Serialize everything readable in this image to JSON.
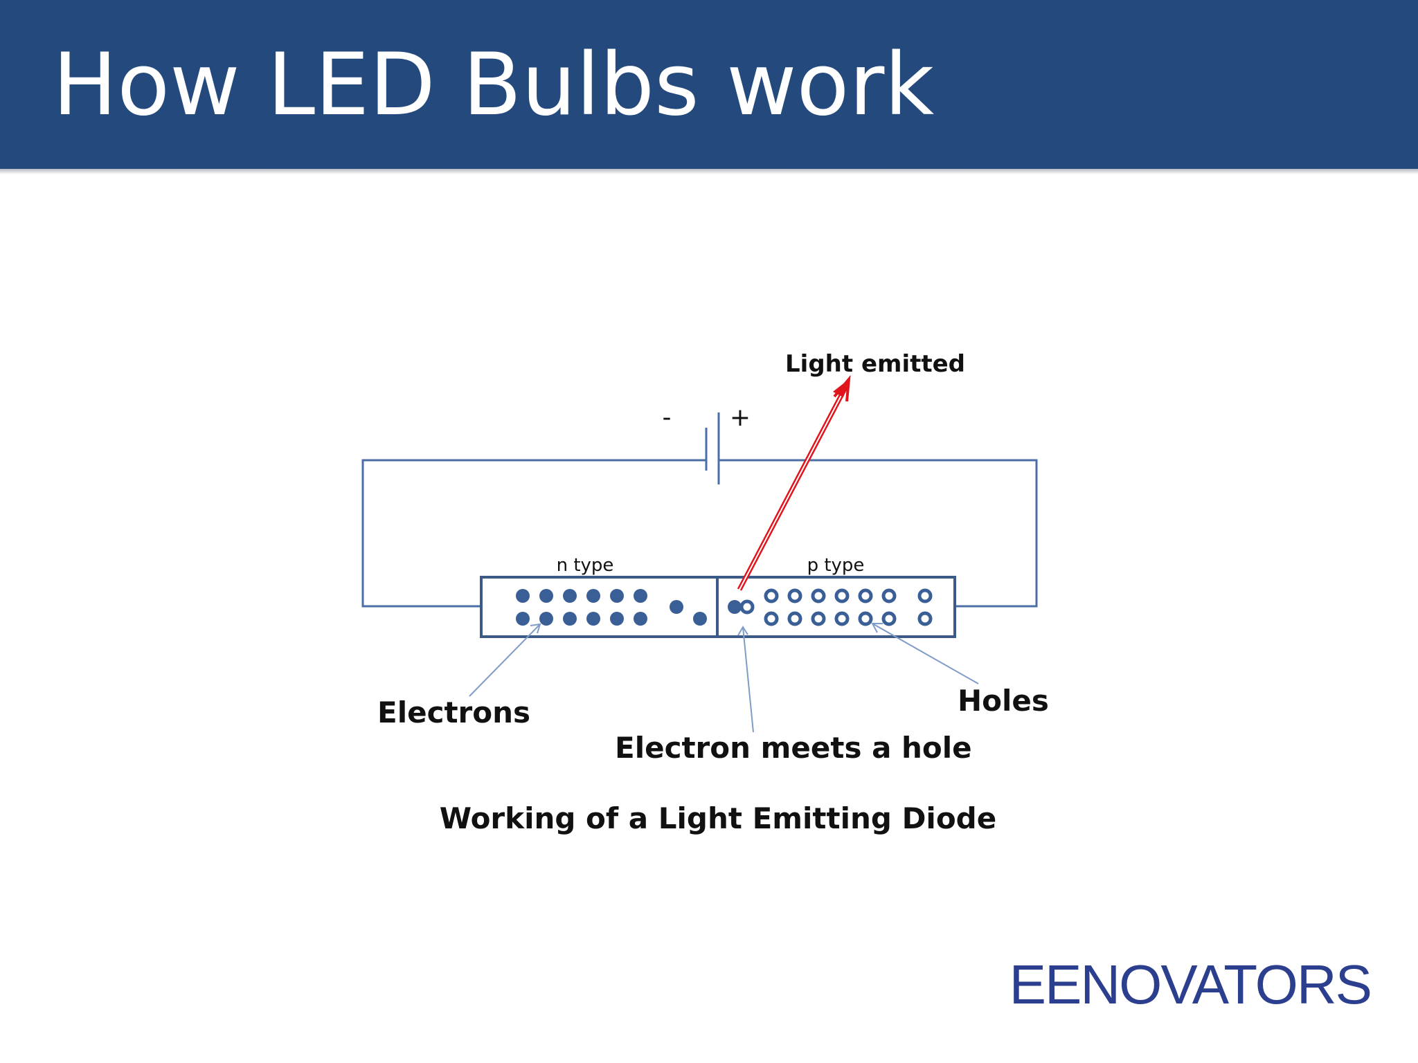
{
  "slide": {
    "title": "How LED Bulbs work",
    "logo_text": "EENOVATORS"
  },
  "colors": {
    "header": "#23497d",
    "wire": "#4a6ea6",
    "carrier": "#3a5e96",
    "light_arrow": "#e0141c",
    "logo": "#2b3f8e"
  },
  "diagram": {
    "battery": {
      "negative": "-",
      "positive": "+"
    },
    "n_region": {
      "label": "n type"
    },
    "p_region": {
      "label": "p type"
    },
    "light_label": "Light emitted",
    "electrons_label": "Electrons",
    "holes_label": "Holes",
    "junction_label": "Electron meets a hole",
    "caption": "Working of a Light Emitting Diode"
  }
}
